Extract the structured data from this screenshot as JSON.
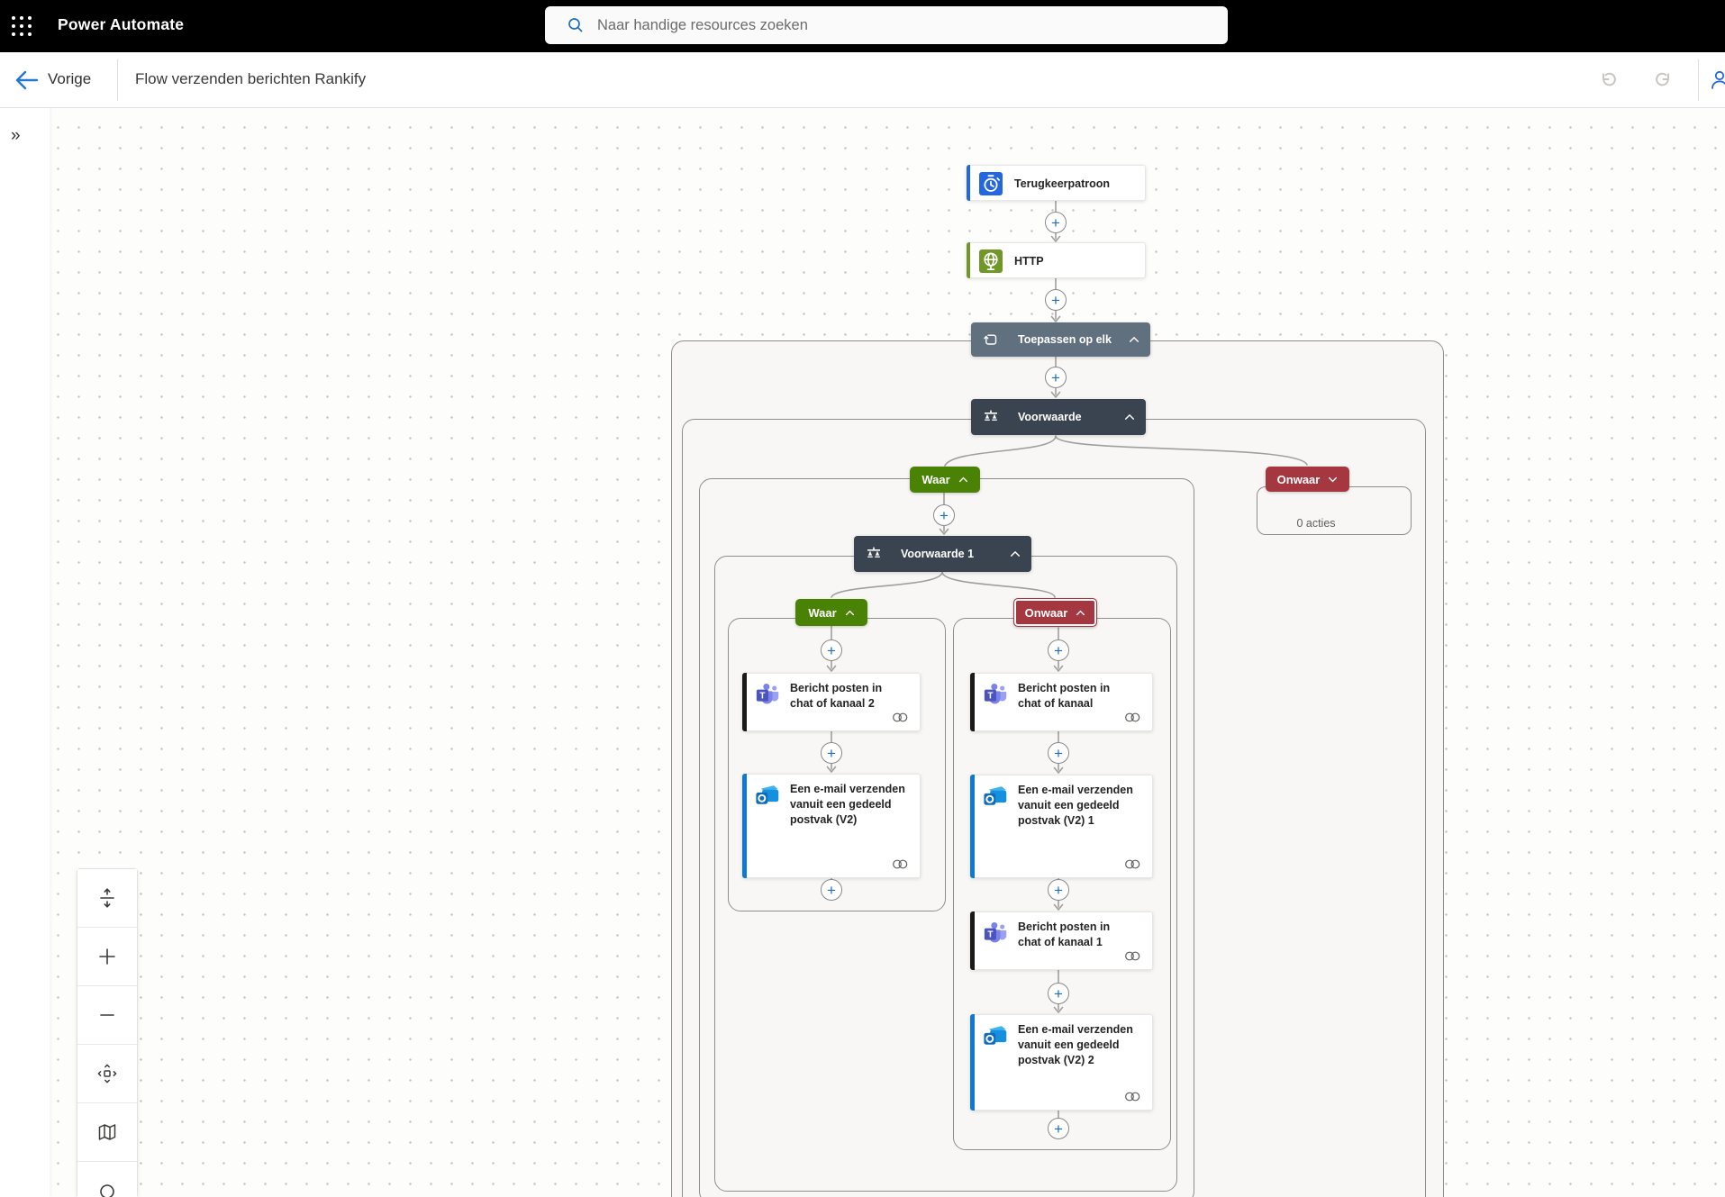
{
  "topbar": {
    "app_title": "Power Automate",
    "search_placeholder": "Naar handige resources zoeken"
  },
  "nav": {
    "back_label": "Vorige",
    "flow_title": "Flow verzenden berichten Rankify"
  },
  "flow": {
    "trigger": {
      "label": "Terugkeerpatroon"
    },
    "http": {
      "label": "HTTP"
    },
    "apply_to_each": {
      "label": "Toepassen op elk"
    },
    "condition1": {
      "label": "Voorwaarde",
      "true_label": "Waar",
      "false_label": "Onwaar",
      "false_empty": "0 acties"
    },
    "condition2": {
      "label": "Voorwaarde 1",
      "true_label": "Waar",
      "false_label": "Onwaar"
    },
    "cards": [
      {
        "title": "Bericht posten in chat of kanaal 2",
        "connector": "teams"
      },
      {
        "title": "Een e-mail verzenden vanuit een gedeeld postvak (V2)",
        "connector": "outlook"
      },
      {
        "title": "Bericht posten in chat of kanaal",
        "connector": "teams"
      },
      {
        "title": "Een e-mail verzenden vanuit een gedeeld postvak (V2) 1",
        "connector": "outlook"
      },
      {
        "title": "Bericht posten in chat of kanaal 1",
        "connector": "teams"
      },
      {
        "title": "Een e-mail verzenden vanuit een gedeeld postvak (V2) 2",
        "connector": "outlook"
      }
    ]
  },
  "icons": {
    "waffle": "app-launcher-icon",
    "search": "search-icon",
    "back": "back-arrow-icon",
    "undo": "undo-icon",
    "redo": "redo-icon",
    "person": "person-icon",
    "expand": "double-chevron-right-icon",
    "recurrence": "recurrence-clock-icon",
    "http": "globe-icon",
    "apply": "loop-icon",
    "condition": "condition-scale-icon",
    "chevron_up": "chevron-up-icon",
    "chevron_down": "chevron-down-icon",
    "teams": "teams-icon",
    "outlook": "outlook-icon",
    "connection": "connection-rings-icon",
    "fit": "fit-view-icon",
    "zoom_in": "zoom-in-icon",
    "zoom_out": "zoom-out-icon",
    "pan": "pan-icon",
    "map": "minimap-icon",
    "find": "search-canvas-icon"
  },
  "colors": {
    "topbar": "#000000",
    "accent_blue": "#1b6ec2",
    "recurrence_blue": "#2466e0",
    "http_green": "#709727",
    "apply_slate": "#61707e",
    "condition_dark": "#3a4350",
    "true_green": "#498205",
    "false_red": "#a4373f",
    "teams_accent": "#1b1a19",
    "outlook_accent": "#0f78d4",
    "wire_gray": "#a19f9d",
    "container_fill": "#f8f7f5"
  }
}
